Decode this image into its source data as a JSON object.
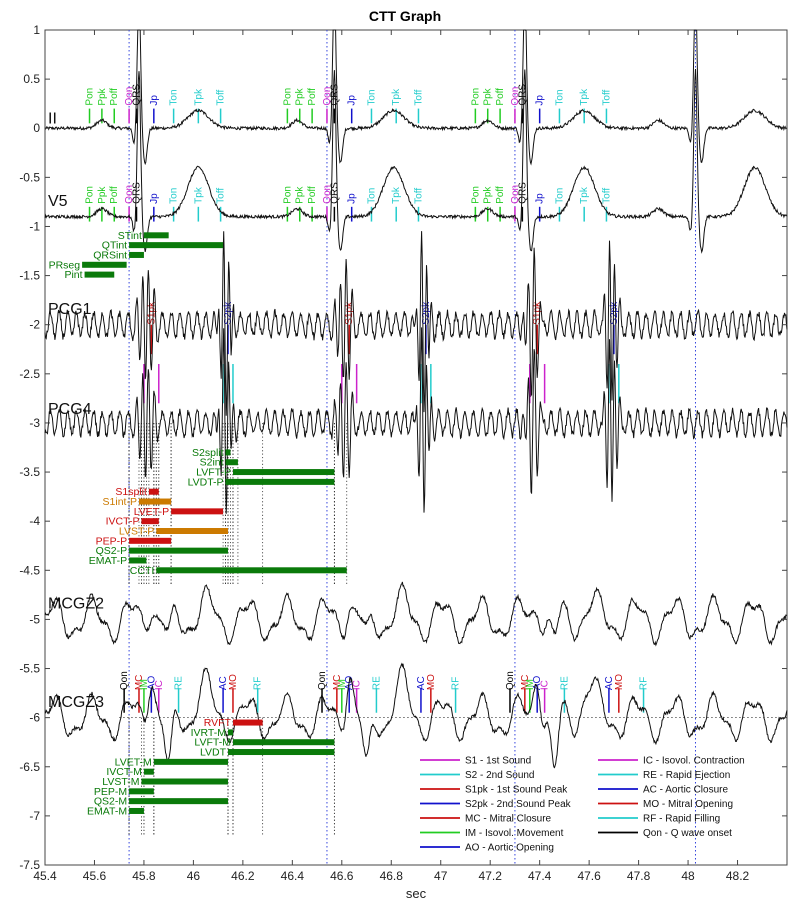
{
  "chart_data": {
    "type": "line",
    "title": "CTT Graph",
    "xlabel": "sec",
    "ylabel": "",
    "xlim": [
      45.4,
      48.4
    ],
    "ylim": [
      -7.5,
      1
    ],
    "xticks": [
      "45.4",
      "45.6",
      "45.8",
      "46",
      "46.2",
      "46.4",
      "46.6",
      "46.8",
      "47",
      "47.2",
      "47.4",
      "47.6",
      "47.8",
      "48",
      "48.2"
    ],
    "yticks": [
      "1",
      "0.5",
      "0",
      "-0.5",
      "-1",
      "-1.5",
      "-2",
      "-2.5",
      "-3",
      "-3.5",
      "-4",
      "-4.5",
      "-5",
      "-5.5",
      "-6",
      "-6.5",
      "-7",
      "-7.5"
    ],
    "grid": false,
    "beats_onset_sec": [
      45.74,
      46.54,
      47.3
    ],
    "qrs_peaks_sec": [
      45.78,
      46.57,
      47.34,
      48.03
    ],
    "channels": [
      {
        "name": "II",
        "baseline": 0
      },
      {
        "name": "V5",
        "baseline": -0.9
      },
      {
        "name": "PCG1",
        "baseline": -2
      },
      {
        "name": "PCG4",
        "baseline": -3
      },
      {
        "name": "MCGZ2",
        "baseline": -5
      },
      {
        "name": "MCGZ3",
        "baseline": -6
      }
    ],
    "ecg_markers": [
      {
        "label": "Pon",
        "color": "#22cc22",
        "offsets": [
          -0.18,
          -0.18,
          -0.18
        ]
      },
      {
        "label": "Ppk",
        "color": "#22cc22",
        "offsets": [
          -0.13,
          -0.13,
          -0.13
        ]
      },
      {
        "label": "Poff",
        "color": "#22cc22",
        "offsets": [
          -0.08,
          -0.08,
          -0.08
        ]
      },
      {
        "label": "Qon",
        "color": "#cc22cc",
        "offsets": [
          -0.02,
          -0.02,
          -0.02
        ]
      },
      {
        "label": "QRS",
        "color": "#000000",
        "offsets": [
          0.01,
          0.01,
          0.01
        ]
      },
      {
        "label": "Jp",
        "color": "#1111cc",
        "offsets": [
          0.08,
          0.08,
          0.08
        ]
      },
      {
        "label": "Ton",
        "color": "#22cccc",
        "offsets": [
          0.16,
          0.16,
          0.16
        ]
      },
      {
        "label": "Tpk",
        "color": "#22cccc",
        "offsets": [
          0.26,
          0.26,
          0.26
        ]
      },
      {
        "label": "Toff",
        "color": "#22cccc",
        "offsets": [
          0.35,
          0.35,
          0.35
        ]
      }
    ],
    "pcg_labels": [
      "S1pk",
      "S2pk",
      "S1",
      "S2"
    ],
    "mcg_markers": [
      "Qon",
      "MC",
      "IM",
      "AO",
      "IC",
      "RE",
      "AC",
      "MO",
      "RF"
    ],
    "intervals_v5": [
      {
        "label": "STint",
        "color": "#0a7a0a",
        "start": 45.8,
        "end": 45.9
      },
      {
        "label": "QTint",
        "color": "#0a7a0a",
        "start": 45.74,
        "end": 46.12
      },
      {
        "label": "QRSint",
        "color": "#0a7a0a",
        "start": 45.74,
        "end": 45.8
      },
      {
        "label": "PRseg",
        "color": "#0a7a0a",
        "start": 45.55,
        "end": 45.73
      },
      {
        "label": "Pint",
        "color": "#0a7a0a",
        "start": 45.56,
        "end": 45.68
      }
    ],
    "intervals_pcg": [
      {
        "label": "S2split",
        "color": "#0a7a0a",
        "start": 46.13,
        "end": 46.15
      },
      {
        "label": "S2int",
        "color": "#0a7a0a",
        "start": 46.13,
        "end": 46.18
      },
      {
        "label": "LVFT-P",
        "color": "#0a7a0a",
        "start": 46.16,
        "end": 46.57
      },
      {
        "label": "LVDT-P",
        "color": "#0a7a0a",
        "start": 46.13,
        "end": 46.57
      },
      {
        "label": "S1split",
        "color": "#cc1111",
        "start": 45.82,
        "end": 45.86
      },
      {
        "label": "S1int-P",
        "color": "#cc7a00",
        "start": 45.78,
        "end": 45.91
      },
      {
        "label": "LVET-P",
        "color": "#cc1111",
        "start": 45.91,
        "end": 46.12
      },
      {
        "label": "IVCT-P",
        "color": "#cc1111",
        "start": 45.79,
        "end": 45.86
      },
      {
        "label": "LVST-P",
        "color": "#cc7a00",
        "start": 45.85,
        "end": 46.14
      },
      {
        "label": "PEP-P",
        "color": "#cc1111",
        "start": 45.74,
        "end": 45.91
      },
      {
        "label": "QS2-P",
        "color": "#0a7a0a",
        "start": 45.74,
        "end": 46.14
      },
      {
        "label": "EMAT-P",
        "color": "#0a7a0a",
        "start": 45.74,
        "end": 45.81
      },
      {
        "label": "CCTI",
        "color": "#0a7a0a",
        "start": 45.85,
        "end": 46.62
      }
    ],
    "intervals_mcg": [
      {
        "label": "RVFT",
        "color": "#cc1111",
        "start": 46.16,
        "end": 46.28
      },
      {
        "label": "IVRT-M",
        "color": "#0a7a0a",
        "start": 46.14,
        "end": 46.16
      },
      {
        "label": "LVFT-M",
        "color": "#0a7a0a",
        "start": 46.16,
        "end": 46.57
      },
      {
        "label": "LVDT",
        "color": "#0a7a0a",
        "start": 46.14,
        "end": 46.57
      },
      {
        "label": "LVET-M",
        "color": "#0a7a0a",
        "start": 45.84,
        "end": 46.14
      },
      {
        "label": "IVCT-M",
        "color": "#0a7a0a",
        "start": 45.8,
        "end": 45.84
      },
      {
        "label": "LVST-M",
        "color": "#0a7a0a",
        "start": 45.79,
        "end": 46.14
      },
      {
        "label": "PEP-M",
        "color": "#0a7a0a",
        "start": 45.74,
        "end": 45.84
      },
      {
        "label": "QS2-M",
        "color": "#0a7a0a",
        "start": 45.74,
        "end": 46.14
      },
      {
        "label": "EMAT-M",
        "color": "#0a7a0a",
        "start": 45.74,
        "end": 45.8
      }
    ],
    "legend_position": "bottom-right",
    "legend": [
      {
        "label": "S1 - 1st Sound",
        "color": "#cc22cc"
      },
      {
        "label": "S2 - 2nd Sound",
        "color": "#22cccc"
      },
      {
        "label": "S1pk - 1st Sound Peak",
        "color": "#cc1111"
      },
      {
        "label": "S2pk - 2nd Sound Peak",
        "color": "#1111cc"
      },
      {
        "label": "MC - Mitral Closure",
        "color": "#cc1111"
      },
      {
        "label": "IM - Isovol. Movement",
        "color": "#22cc22"
      },
      {
        "label": "AO - Aortic Opening",
        "color": "#1111cc"
      },
      {
        "label": "IC - Isovol. Contraction",
        "color": "#cc22cc"
      },
      {
        "label": "RE - Rapid Ejection",
        "color": "#22cccc"
      },
      {
        "label": "AC - Aortic Closure",
        "color": "#1111cc"
      },
      {
        "label": "MO - Mitral Opening",
        "color": "#cc1111"
      },
      {
        "label": "RF - Rapid Filling",
        "color": "#22cccc"
      },
      {
        "label": "Qon - Q wave onset",
        "color": "#000000"
      }
    ]
  }
}
